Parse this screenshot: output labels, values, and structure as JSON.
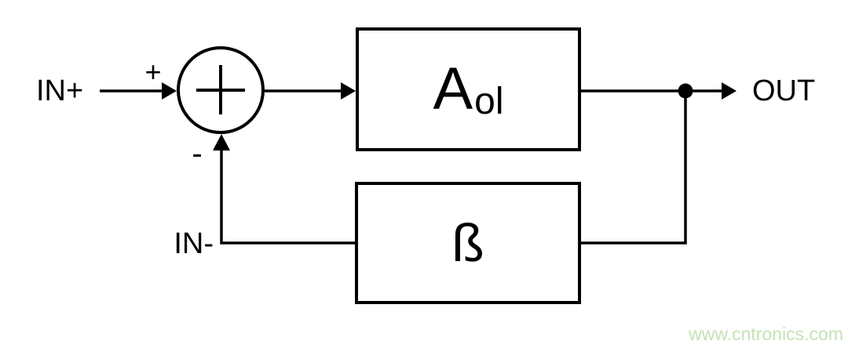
{
  "diagram": {
    "title_semantic": "negative-feedback amplifier block diagram",
    "labels": {
      "input": "IN+",
      "plus": "+",
      "minus": "-",
      "feedback_input": "IN-",
      "output": "OUT"
    },
    "blocks": {
      "gain": {
        "symbol": "A",
        "subscript": "ol"
      },
      "feedback": {
        "symbol": "ß"
      }
    },
    "colors": {
      "line": "#000000",
      "background": "#ffffff",
      "watermark": "#c5e2b5"
    }
  },
  "watermark": {
    "text": "www.cntronics.com"
  }
}
